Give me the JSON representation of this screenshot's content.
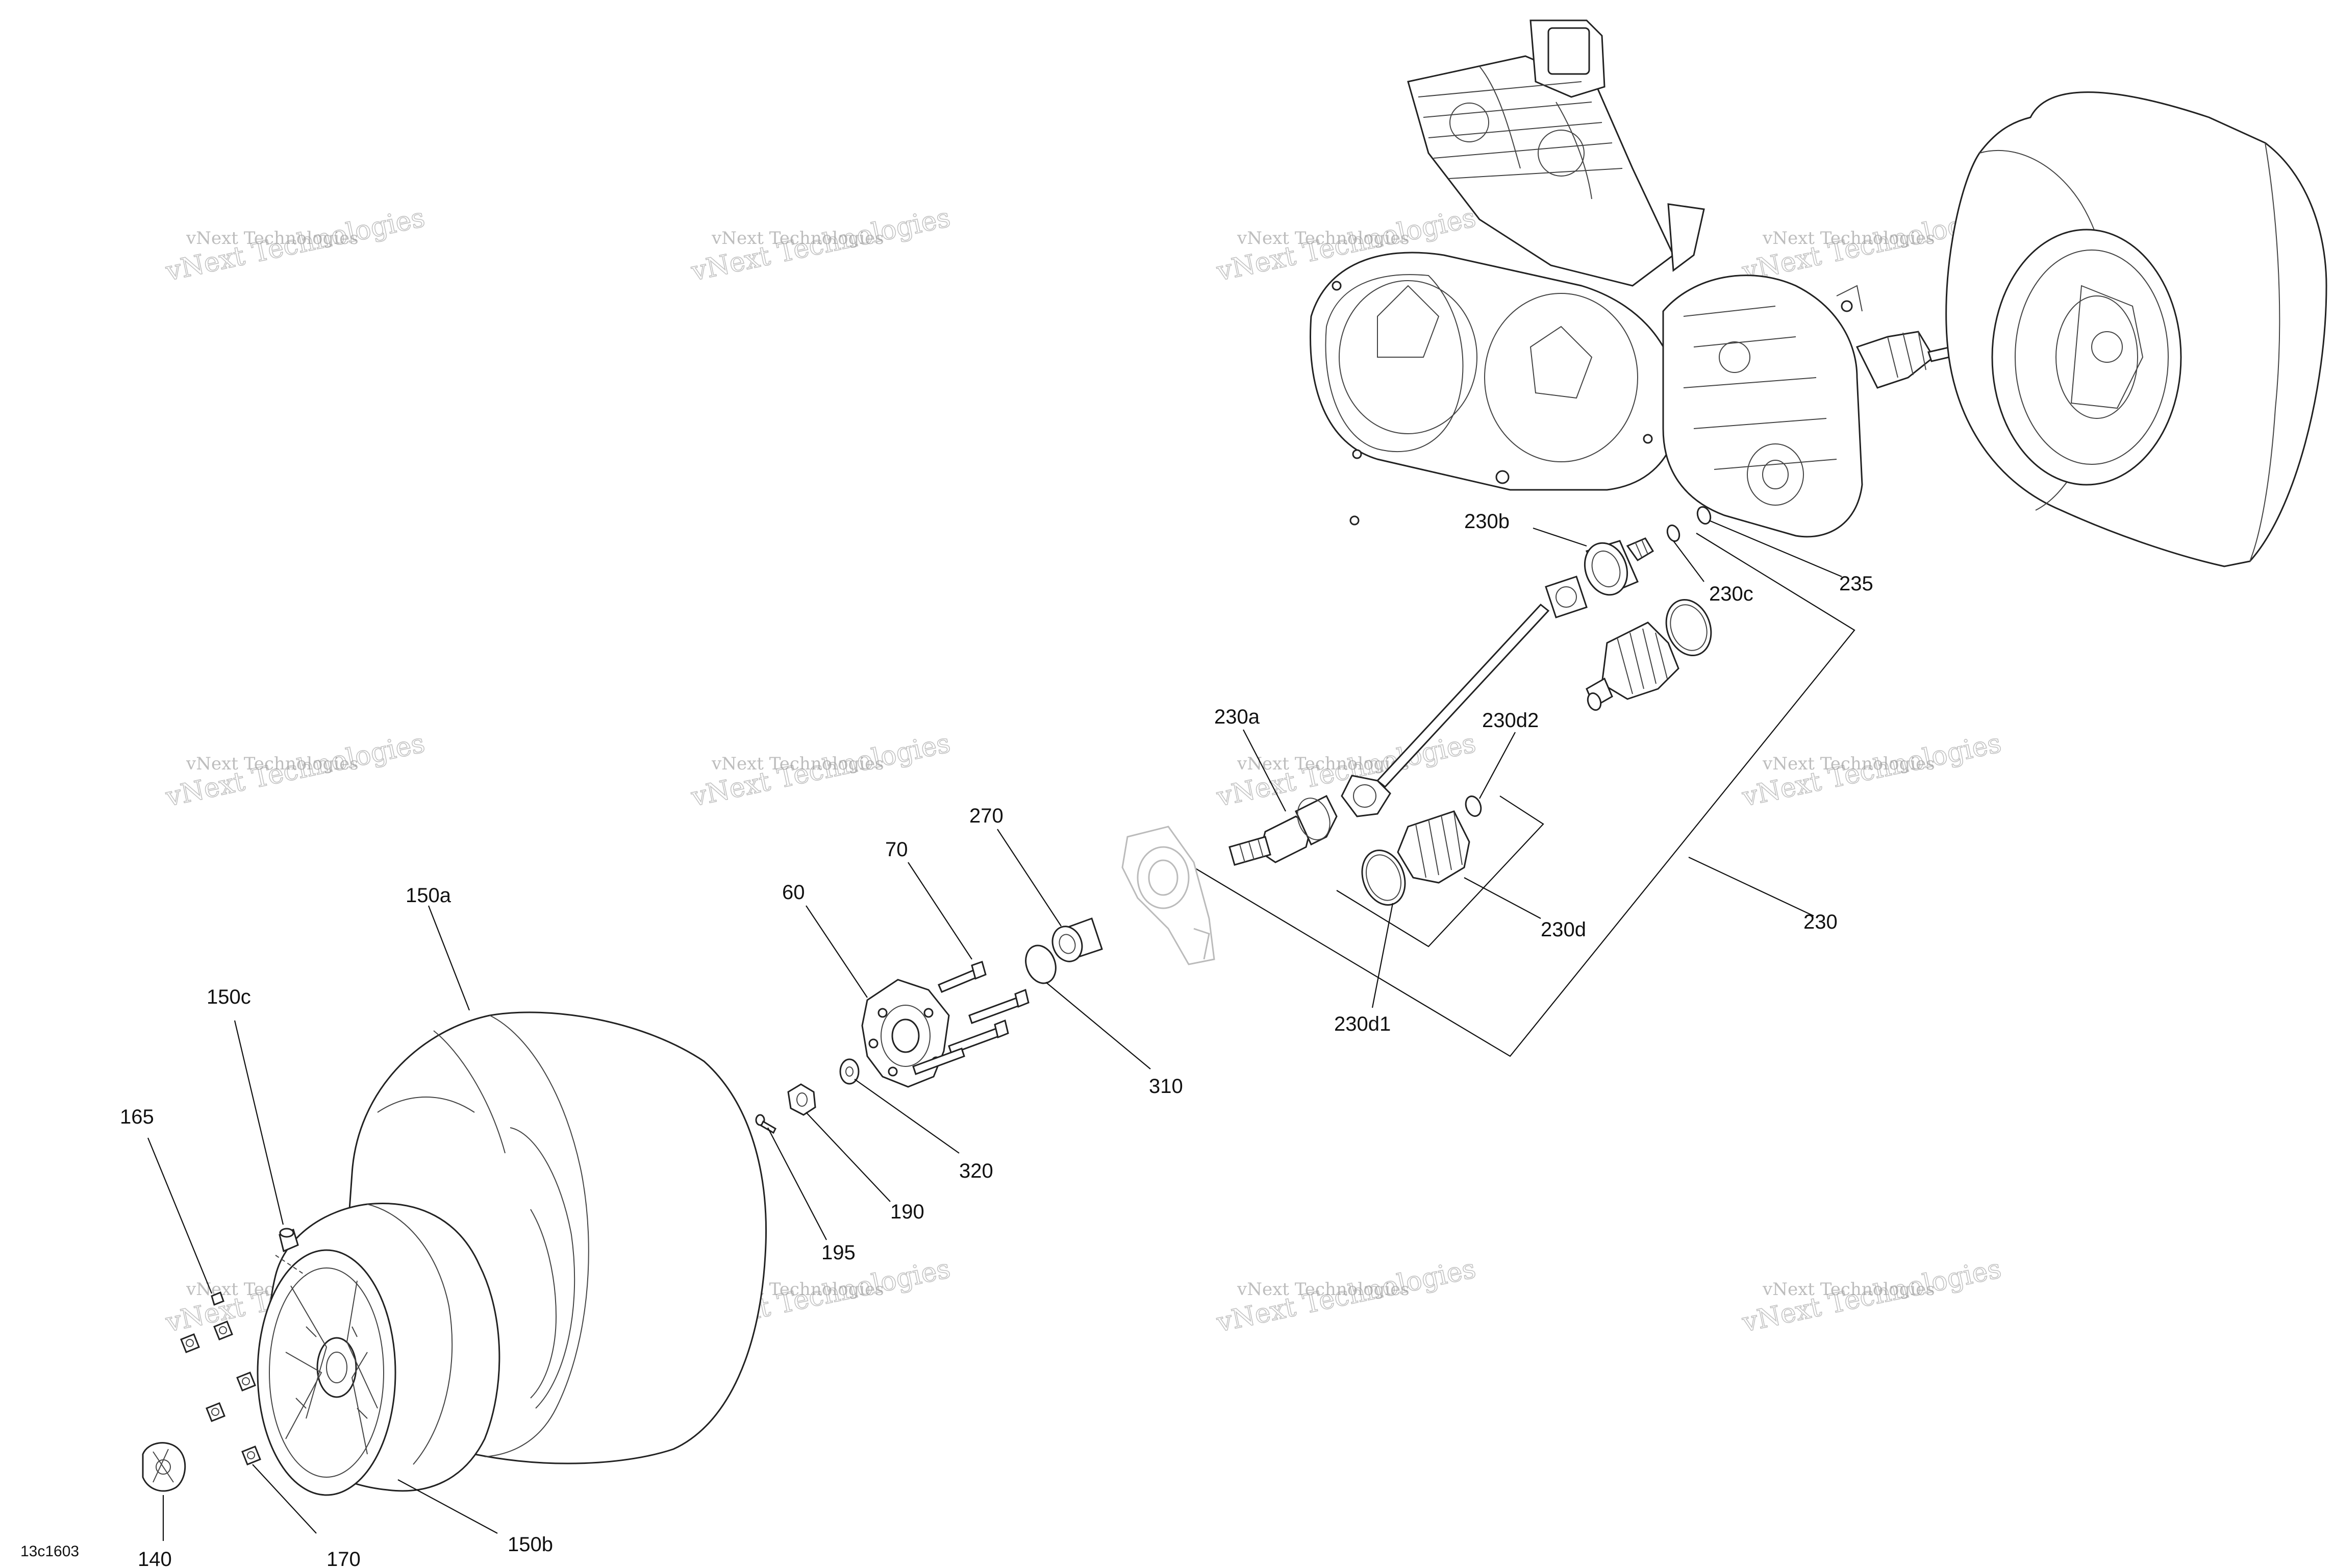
{
  "diagram_code": "13c1603",
  "watermark": {
    "line1": "vNext Technologies",
    "line2": "vNext Technologies"
  },
  "callouts": {
    "c60": "60",
    "c70": "70",
    "c140": "140",
    "c150a": "150a",
    "c150b": "150b",
    "c150c": "150c",
    "c165": "165",
    "c170": "170",
    "c190": "190",
    "c195": "195",
    "c230": "230",
    "c230a": "230a",
    "c230b": "230b",
    "c230c": "230c",
    "c230d": "230d",
    "c230d1": "230d1",
    "c230d2": "230d2",
    "c235": "235",
    "c270": "270",
    "c310": "310",
    "c320": "320"
  }
}
